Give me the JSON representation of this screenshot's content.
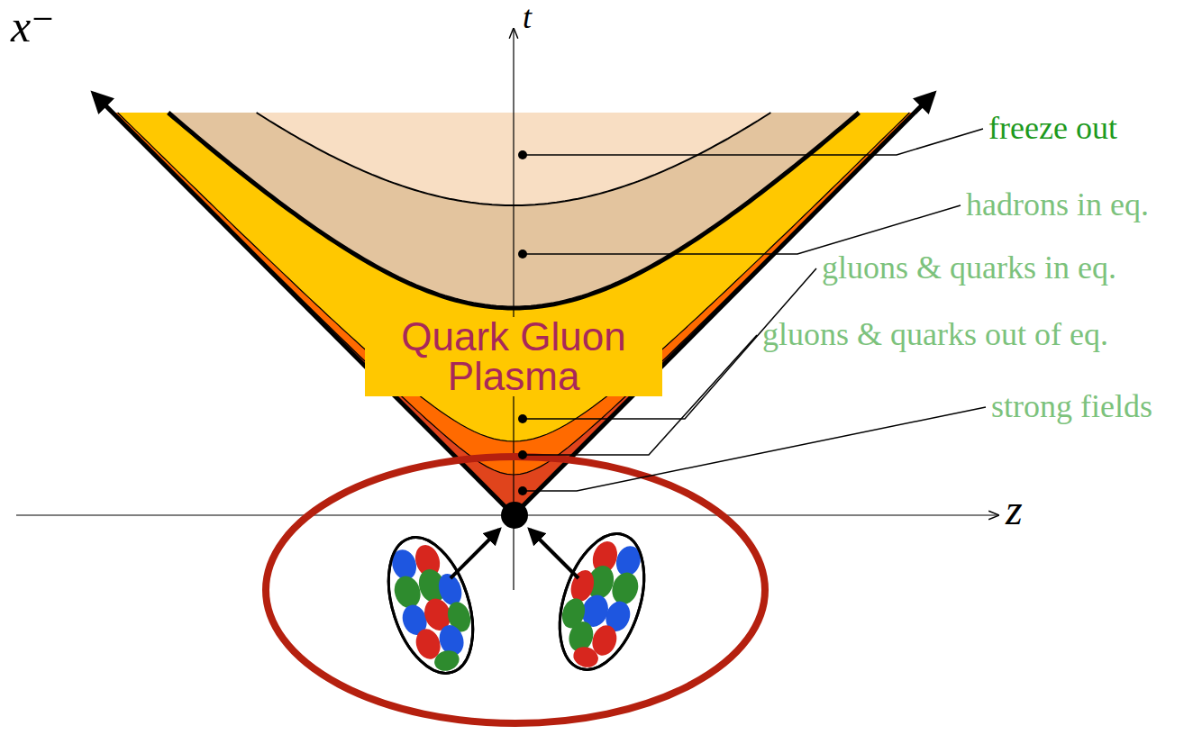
{
  "diagram": {
    "labels": [
      "x⁻",
      "t",
      "z",
      "Quark Gluon Plasma",
      "freeze out",
      "hadrons in eq.",
      "gluons & quarks in eq.",
      "gluons & quarks out of eq.",
      "strong fields"
    ]
  }
}
